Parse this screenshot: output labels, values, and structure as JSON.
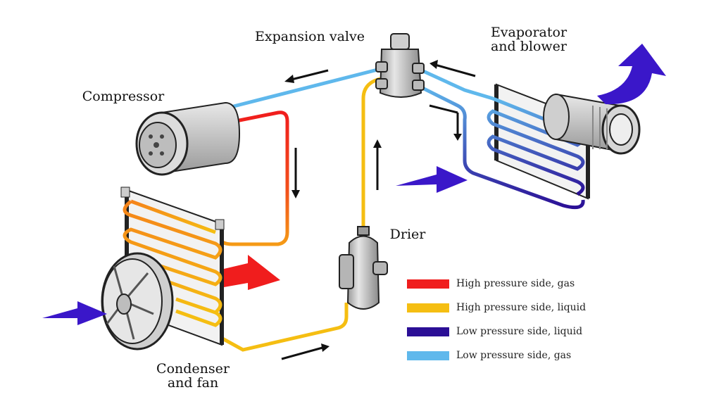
{
  "labels": {
    "expansion_valve": "Expansion valve",
    "evaporator_line1": "Evaporator",
    "evaporator_line2": "and blower",
    "compressor": "Compressor",
    "drier": "Drier",
    "condenser_line1": "Condenser",
    "condenser_line2": "and fan"
  },
  "legend": [
    {
      "label": "High pressure side, gas",
      "color": "#f01d1d"
    },
    {
      "label": "High pressure side, liquid",
      "color": "#f5be12"
    },
    {
      "label": "Low pressure side, liquid",
      "color": "#2b0f96"
    },
    {
      "label": "Low pressure side, gas",
      "color": "#5fb8ec"
    }
  ],
  "colors": {
    "airflow_cold": "#3a17c9",
    "airflow_hot": "#f01d1d",
    "component_body": "#d9d9d9",
    "outline": "#222222"
  },
  "icons": [
    "compressor-icon",
    "condenser-icon",
    "fan-icon",
    "drier-icon",
    "expansion-valve-icon",
    "evaporator-icon",
    "blower-icon",
    "flow-arrow-icon",
    "airflow-arrow-icon"
  ]
}
